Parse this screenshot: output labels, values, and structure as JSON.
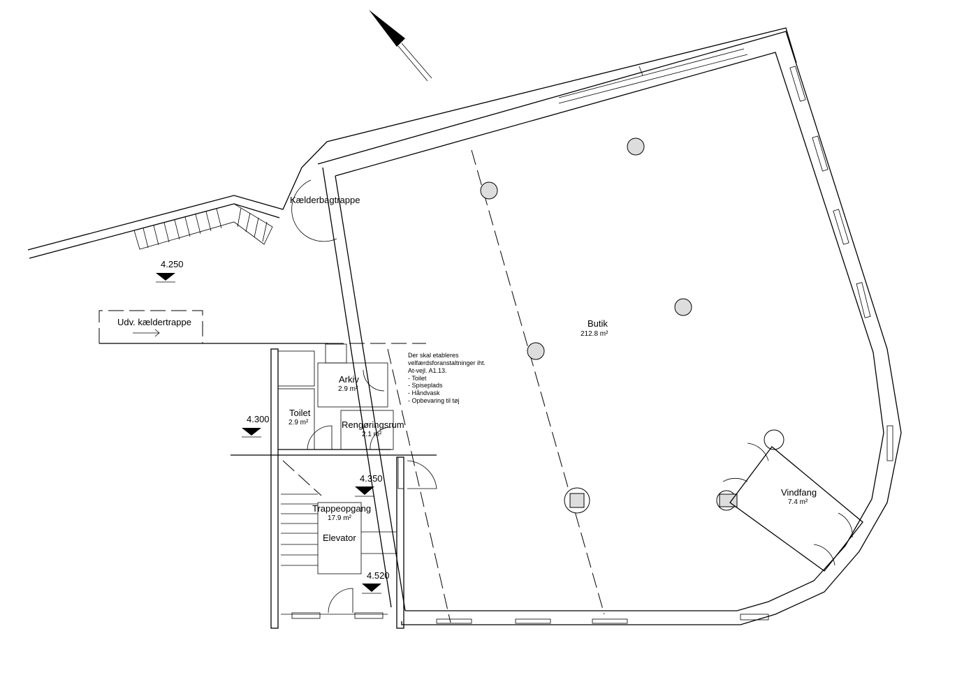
{
  "rooms": {
    "butik": {
      "name": "Butik",
      "area": "212.8 m²"
    },
    "vindfang": {
      "name": "Vindfang",
      "area": "7.4 m²"
    },
    "arkiv": {
      "name": "Arkiv",
      "area": "2.9 m²"
    },
    "toilet": {
      "name": "Toilet",
      "area": "2.9 m²"
    },
    "rengoring": {
      "name": "Rengøringsrum",
      "area": "2.1 m²"
    },
    "trappeopgang": {
      "name": "Trappeopgang",
      "area": "17.9 m²"
    },
    "elevator": {
      "name": "Elevator"
    }
  },
  "labels": {
    "kaelderbagtrappe": "Kælderbagtrappe",
    "udv_kaeldertrappe": "Udv. kældertrappe"
  },
  "levels": [
    "4.250",
    "4.300",
    "4.350",
    "4.520"
  ],
  "note": [
    "Der skal etableres",
    "velfærdsforanstaltninger iht.",
    "At-vejl. A1.13.",
    "- Toilet",
    "- Spiseplads",
    "- Håndvask",
    "- Opbevaring til tøj"
  ],
  "icons": {
    "north": "north-arrow-icon",
    "level": "level-marker-icon"
  }
}
